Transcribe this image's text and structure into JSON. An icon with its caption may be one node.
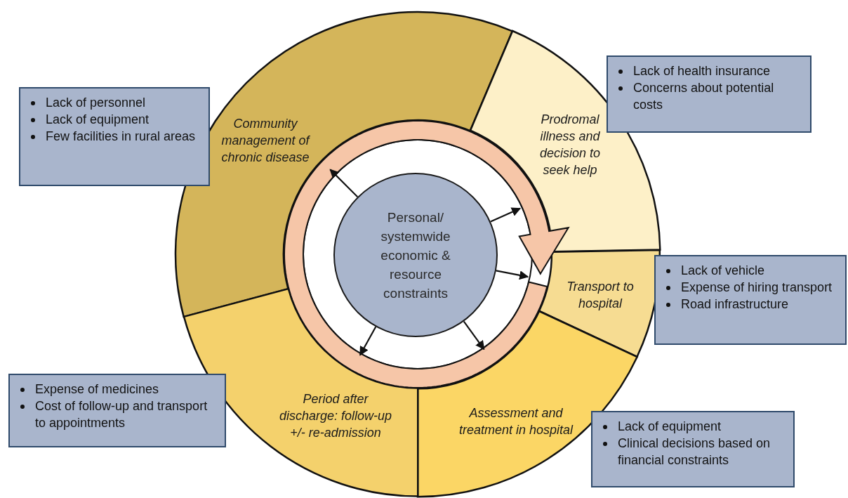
{
  "diagram": {
    "nodes": [
      {
        "text": [
          "Community management of chronic disease"
        ]
      },
      {
        "text": [
          "Prodromal illness and decision to seek help"
        ]
      },
      {
        "text": [
          "Transport to hospital"
        ]
      },
      {
        "text": [
          "Assessment and treatment in hospital"
        ]
      },
      {
        "text": [
          "Period after discharge: follow-up +/- re-admission"
        ]
      },
      {
        "text": [
          "Personal/ systemwide economic & resource constraints"
        ]
      },
      {
        "text": [
          "Lack of personnel",
          "Lack of equipment",
          "Few facilities in rural areas"
        ]
      },
      {
        "text": [
          "Lack of health insurance",
          "Concerns about potential costs"
        ]
      },
      {
        "text": [
          "Lack of vehicle",
          "Expense of hiring transport",
          "Road infrastructure"
        ]
      },
      {
        "text": [
          "Lack of equipment",
          "Clinical decisions based on financial constraints"
        ]
      },
      {
        "text": [
          "Expense of medicines",
          "Cost of follow-up and transport to appointments"
        ]
      }
    ],
    "edges": [
      {
        "from": 5,
        "to": 0,
        "arrow": "to"
      },
      {
        "from": 5,
        "to": 1,
        "arrow": "to"
      },
      {
        "from": 5,
        "to": 2,
        "arrow": "to"
      },
      {
        "from": 5,
        "to": 3,
        "arrow": "to"
      },
      {
        "from": 5,
        "to": 4,
        "arrow": "to"
      }
    ]
  }
}
